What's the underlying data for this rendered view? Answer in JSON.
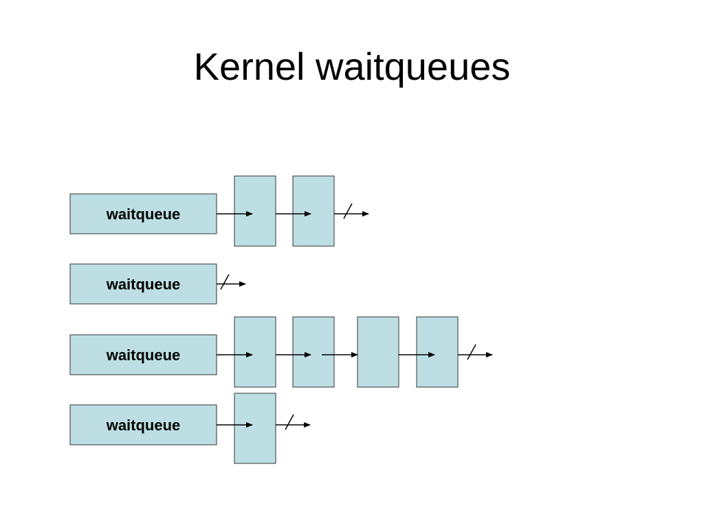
{
  "slide": {
    "title": "Kernel waitqueues"
  },
  "colors": {
    "box_fill": "#bddfe3",
    "box_stroke": "#333333",
    "arrow": "#000000",
    "text": "#000000"
  },
  "queues": [
    {
      "label": "waitqueue",
      "node_count": 2
    },
    {
      "label": "waitqueue",
      "node_count": 0
    },
    {
      "label": "waitqueue",
      "node_count": 4
    },
    {
      "label": "waitqueue",
      "node_count": 1
    }
  ]
}
